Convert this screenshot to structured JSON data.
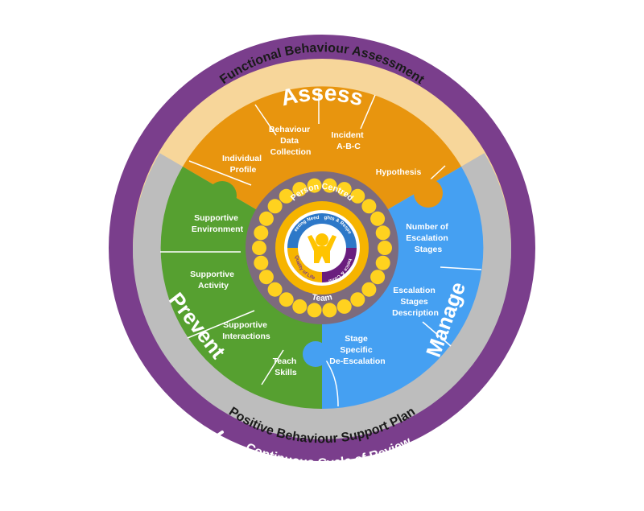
{
  "outer_ring": {
    "label": "Continuous Cycle of Review",
    "color": "#7a3e8c"
  },
  "assessment_band": {
    "label": "Functional Behaviour Assessment",
    "color": "#f7d69a"
  },
  "plan_band": {
    "label": "Positive Behaviour Support Plan",
    "color": "#bdbdbd"
  },
  "sections": {
    "assess": {
      "title": "Assess",
      "color": "#e8950e",
      "items": [
        "Individual Profile",
        "Behaviour Data Collection",
        "Incident A-B-C",
        "Hypothesis"
      ]
    },
    "manage": {
      "title": "Manage",
      "color": "#45a0f2",
      "items": [
        "Number of Escalation Stages",
        "Escalation Stages Description",
        "Stage Specific De-Escalation"
      ]
    },
    "prevent": {
      "title": "Prevent",
      "color": "#56a030",
      "items": [
        "Supportive Environment",
        "Supportive Activity",
        "Supportive Interactions",
        "Teach Skills"
      ]
    }
  },
  "center": {
    "team_label_top": "Person Centred",
    "team_label_bottom": "Team",
    "circle_color": "#7d6b7d",
    "bead_color": "#ffd21f",
    "quadrants": [
      {
        "label": "Meeting Needs",
        "color": "#2d78c8"
      },
      {
        "label": "Rights & Respect",
        "color": "#2d78c8"
      },
      {
        "label": "Choice & Control",
        "color": "#6a1d7e"
      },
      {
        "label": "Quality of Life",
        "color": "#f6b400"
      }
    ],
    "person_icon": "person-celebrating-icon"
  },
  "review_arrow_icon": "chevron-left-icon"
}
